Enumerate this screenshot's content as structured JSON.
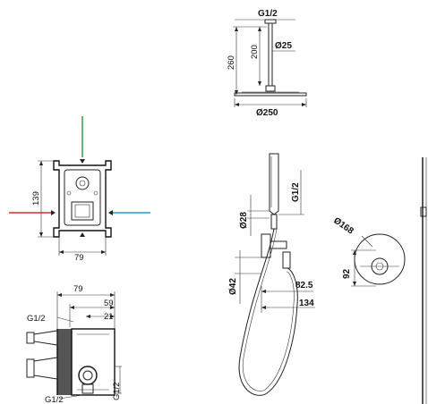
{
  "shower_head": {
    "thread_label": "G1/2",
    "arm_diameter": "Ø25",
    "arm_length": "200",
    "total_height": "260",
    "head_diameter": "Ø250"
  },
  "valve_front": {
    "height": "139",
    "width": "79"
  },
  "valve_side": {
    "depth": "79",
    "depth_inner": "59",
    "offset": "21",
    "thread_left_top": "G1/2",
    "thread_left_bottom": "G1/2",
    "thread_right": "G1/2"
  },
  "hand_shower": {
    "handle_diameter": "Ø28",
    "thread_label": "G1/2",
    "bracket_diameter": "Ø42",
    "projection": "82.5",
    "total_length": "134"
  },
  "rosette": {
    "diameter": "Ø168",
    "offset": "92"
  },
  "colors": {
    "hot_line": "#e0262e",
    "cold_line": "#1aa0d8",
    "top_line": "#3aa84a"
  }
}
